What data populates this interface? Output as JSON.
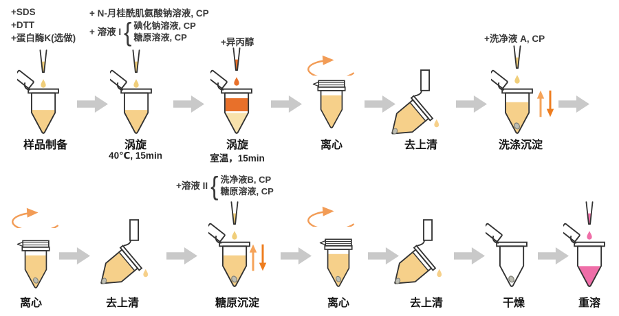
{
  "annotations": {
    "step1_additives": [
      "+SDS",
      "+DTT",
      "+蛋白酶K(选做)"
    ],
    "step2_line1": "+ N-月桂酰肌氨酸钠溶液, CP",
    "step2_solution_prefix": "+ 溶液 I",
    "brace": "{",
    "step2_solution_items": [
      "碘化钠溶液, CP",
      "糖原溶液, CP"
    ],
    "step3_additive": "+异丙醇",
    "step6_additive": "+洗净液 A, CP",
    "step9_solution_prefix": "+溶液 II",
    "step9_solution_items": [
      "洗净液B, CP",
      "糖原溶液, CP"
    ]
  },
  "steps_top": [
    {
      "label": "样品制备"
    },
    {
      "label": "涡旋",
      "sublabel": "40℃, 15min"
    },
    {
      "label": "涡旋",
      "sublabel": "室温，15min"
    },
    {
      "label": "离心"
    },
    {
      "label": "去上清"
    },
    {
      "label": "洗涤沉淀"
    }
  ],
  "steps_bottom": [
    {
      "label": "离心"
    },
    {
      "label": "去上清"
    },
    {
      "label": "糖原沉淀"
    },
    {
      "label": "离心"
    },
    {
      "label": "去上清"
    },
    {
      "label": "干燥"
    },
    {
      "label": "重溶"
    }
  ],
  "icons": {
    "flow_arrow": "fat-right-arrow",
    "rotation": "elliptical-rotation-arrow",
    "mix": "up-down-arrows",
    "pipette": "pipette-with-drop",
    "tube_open": "open-cap-microtube",
    "tube_closed": "closed-cap-microtube",
    "tube_decant": "tilted-pouring-microtube",
    "pellet": "gray-pellet"
  },
  "colors": {
    "liquid_yellow": "#F6D08A",
    "pale_yellow": "#F8E2AC",
    "orange": "#E8702A",
    "pink": "#EF6EA8",
    "flow_arrow_gray": "#C9C9C9",
    "rotation_orange": "#F29C56",
    "mix_up_orange": "#F5A359",
    "mix_down_orange": "#EE7D1F",
    "outline": "#333333",
    "pellet_gray": "#BDBDB2"
  }
}
